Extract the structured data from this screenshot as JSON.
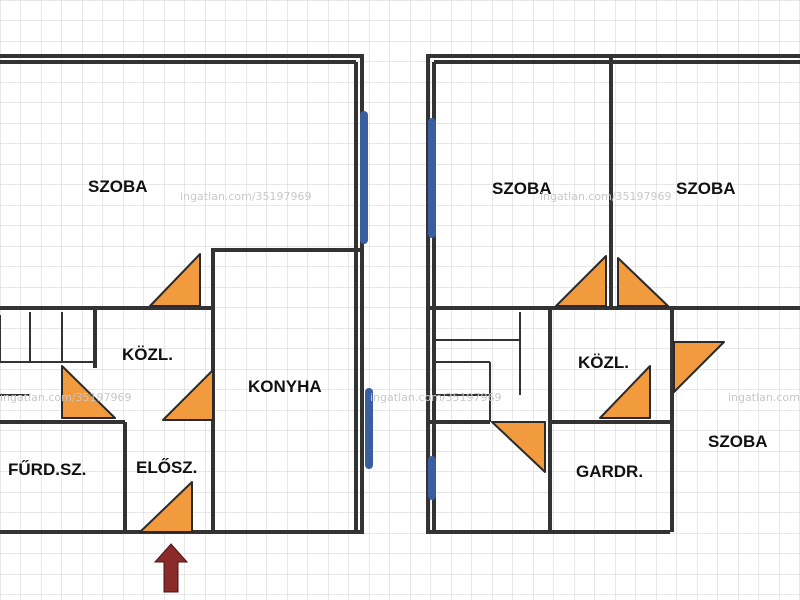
{
  "plan": {
    "watermark": "ingatlan.com/35197969",
    "colors": {
      "background": "#ffffff",
      "grid": "#d0d0d0",
      "wall": "#333333",
      "door": "#F19A3E",
      "window": "#3A5FA0",
      "entrance_arrow": "#8B2A2A"
    },
    "left_unit": {
      "rooms": {
        "szoba": "SZOBA",
        "kozl": "KÖZL.",
        "konyha": "KONYHA",
        "furdo": "FŰRD.SZ.",
        "elosz": "ELŐSZ."
      }
    },
    "right_unit": {
      "rooms": {
        "szoba_1": "SZOBA",
        "szoba_2": "SZOBA",
        "kozl": "KÖZL.",
        "szoba_3": "SZOBA",
        "gardr": "GARDR."
      }
    }
  }
}
